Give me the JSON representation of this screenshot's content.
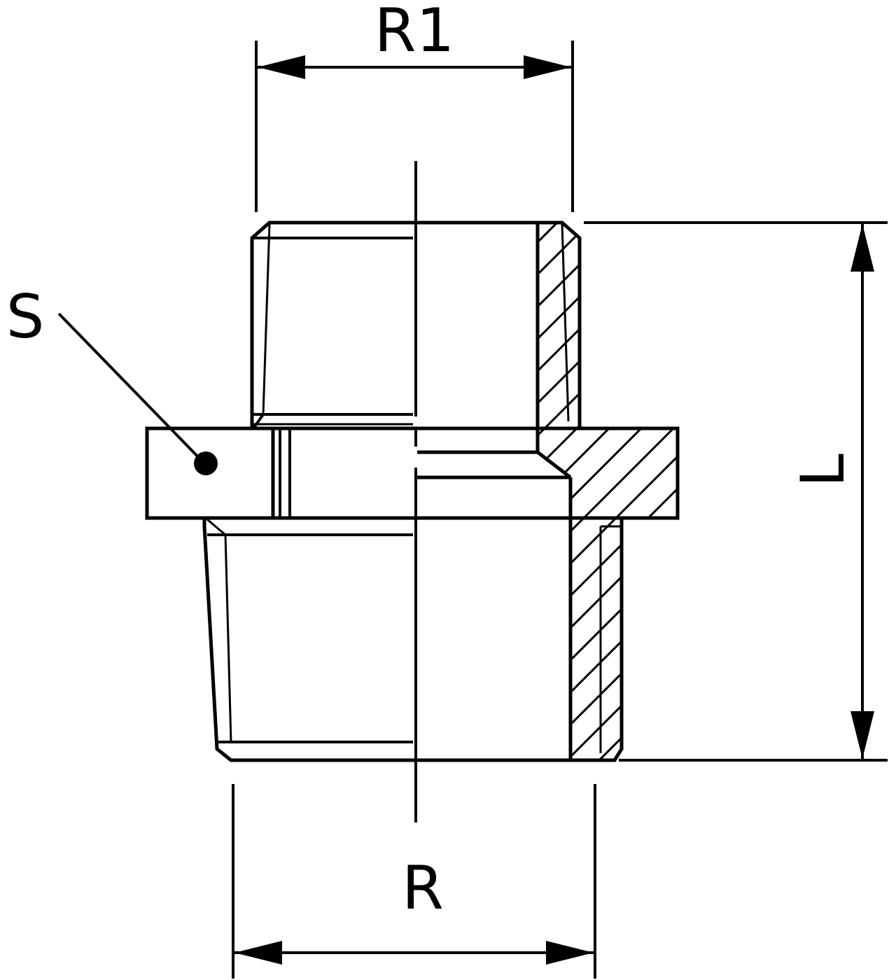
{
  "labels": {
    "r1": "R1",
    "s": "S",
    "l": "L",
    "r": "R"
  },
  "colors": {
    "line": "#000000",
    "background": "#ffffff"
  }
}
